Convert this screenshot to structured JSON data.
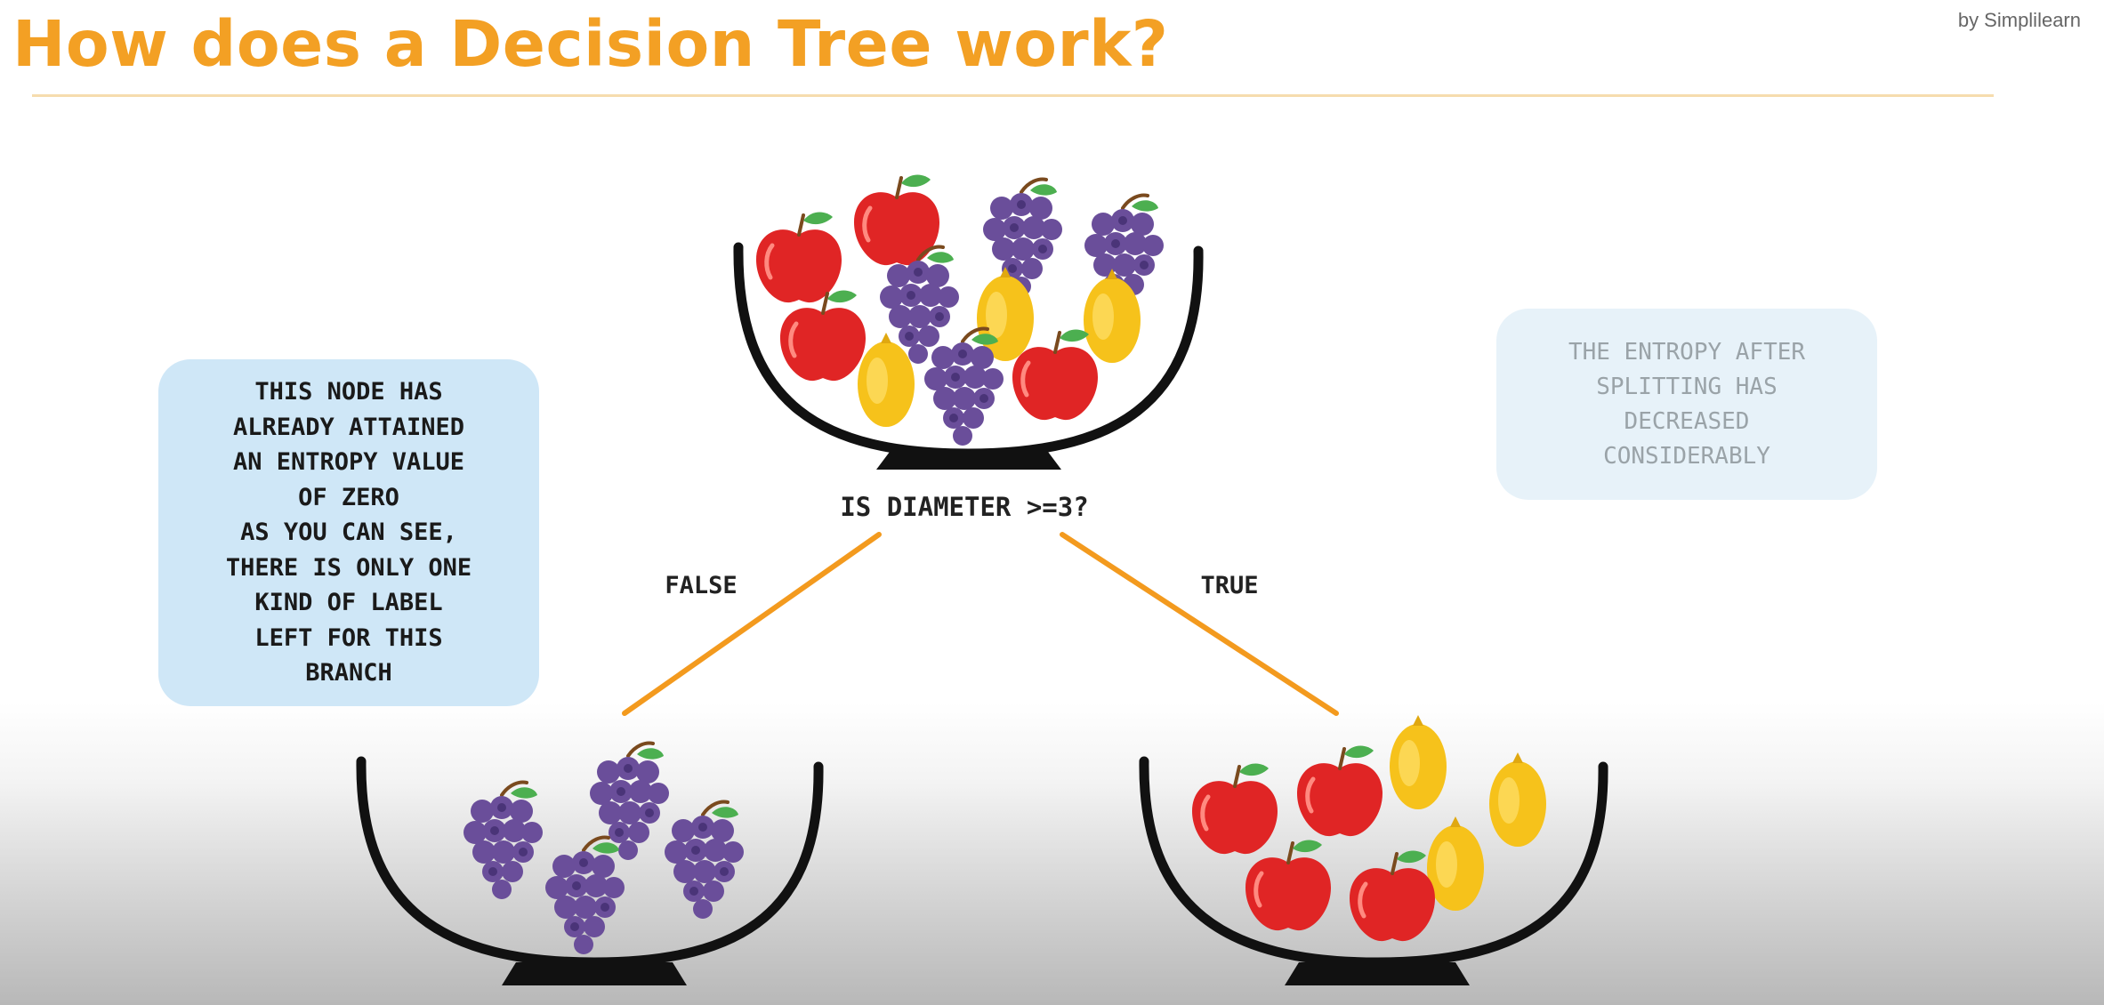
{
  "header": {
    "title": "How does a Decision Tree work?",
    "brand": "by Simplilearn"
  },
  "diagram": {
    "question": "IS DIAMETER >=3?",
    "false_label": "FALSE",
    "true_label": "TRUE",
    "root_contents": [
      "apples",
      "grapes",
      "lemons"
    ],
    "left_leaf_contents": [
      "grapes"
    ],
    "right_leaf_contents": [
      "apples",
      "lemons"
    ],
    "left_note": "THIS NODE HAS\nALREADY ATTAINED\nAN ENTROPY VALUE\nOF ZERO\nAS YOU CAN SEE,\nTHERE IS ONLY ONE\nKIND OF LABEL\nLEFT FOR THIS\nBRANCH",
    "right_note": "THE ENTROPY AFTER\nSPLITTING HAS\nDECREASED\nCONSIDERABLY"
  },
  "colors": {
    "title": "#f3a024",
    "branch_line": "#f39a1e",
    "note_left_bg": "#cfe7f7",
    "note_right_bg": "#e7f2f9",
    "apple": "#e02525",
    "lemon": "#f6c21b",
    "grape": "#6a4e9a",
    "bowl": "#111111"
  }
}
